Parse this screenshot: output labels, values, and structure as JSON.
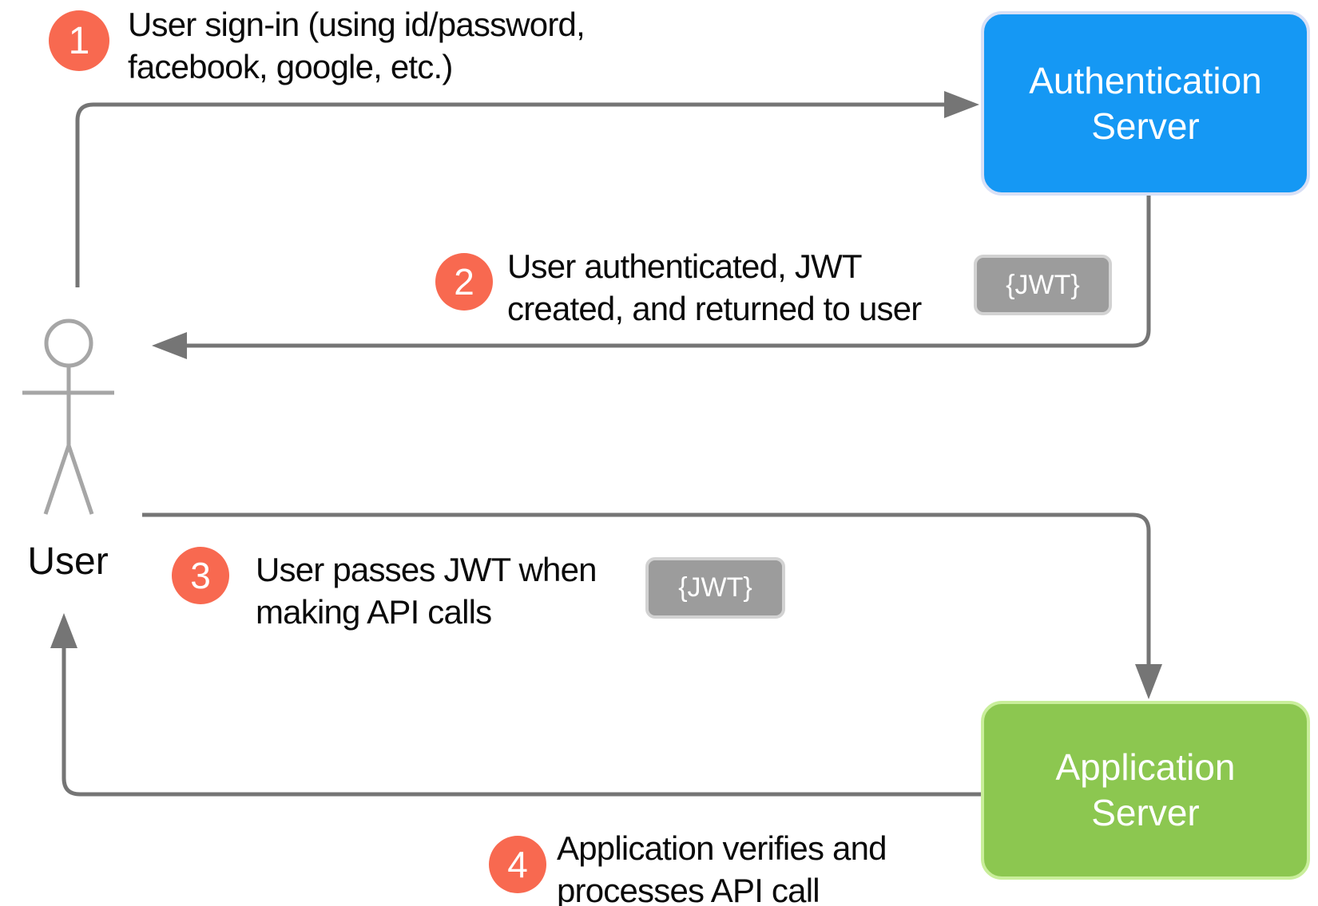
{
  "steps": [
    {
      "number": "1",
      "text": "User sign-in (using id/password,\nfacebook, google, etc.)"
    },
    {
      "number": "2",
      "text": "User authenticated, JWT\ncreated, and returned to user"
    },
    {
      "number": "3",
      "text": "User passes JWT when\nmaking API calls"
    },
    {
      "number": "4",
      "text": "Application verifies and\nprocesses API call"
    }
  ],
  "actors": {
    "user_label": "User",
    "auth_server_label": "Authentication\nServer",
    "app_server_label": "Application\nServer"
  },
  "badges": {
    "jwt_label": "{JWT}"
  },
  "colors": {
    "step_circle": "#f86950",
    "auth_server_fill": "#1598f4",
    "auth_server_border": "#d8e0f6",
    "app_server_fill": "#8cc750",
    "app_server_border": "#c9ee9b",
    "arrow": "#757575",
    "stick_figure": "#a6a6a6",
    "jwt_badge_fill": "#9c9c9c",
    "jwt_badge_border": "#d2d2d2"
  }
}
